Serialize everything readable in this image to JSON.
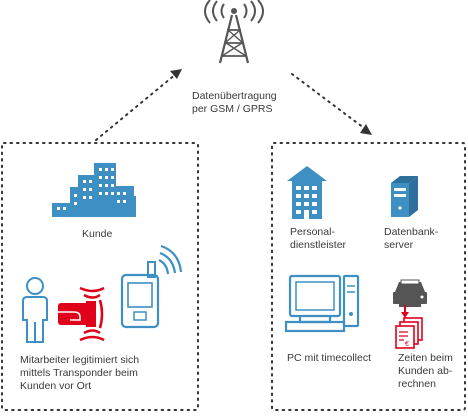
{
  "colors": {
    "blue": "#3d8fc4",
    "blue_dark": "#2f6f9c",
    "red": "#e0001a",
    "gray": "#555555",
    "dots": "#333333"
  },
  "icons": {
    "tower": "radio-tower-icon",
    "customer_building": "building-icon",
    "employee": "person-icon",
    "transponder": "rfid-transponder-icon",
    "mobile": "mobile-terminal-icon",
    "service_provider": "office-building-icon",
    "db_server": "server-icon",
    "pc": "desktop-computer-icon",
    "printer": "printer-icon",
    "invoices": "euro-invoice-icon"
  },
  "transmission": {
    "line1": "Datenübertragung",
    "line2": "per GSM / GPRS"
  },
  "left_box": {
    "customer_label": "Kunde",
    "employee_text": [
      "Mitarbeiter legitimiert sich",
      "mittels Transponder beim",
      "Kunden vor Ort"
    ]
  },
  "right_box": {
    "provider_label": [
      "Personal-",
      "dienstleister"
    ],
    "db_label": [
      "Datenbank-",
      "server"
    ],
    "pc_label": "PC mit timecollect",
    "billing_label": [
      "Zeiten beim",
      "Kunden ab-",
      "rechnen"
    ]
  }
}
